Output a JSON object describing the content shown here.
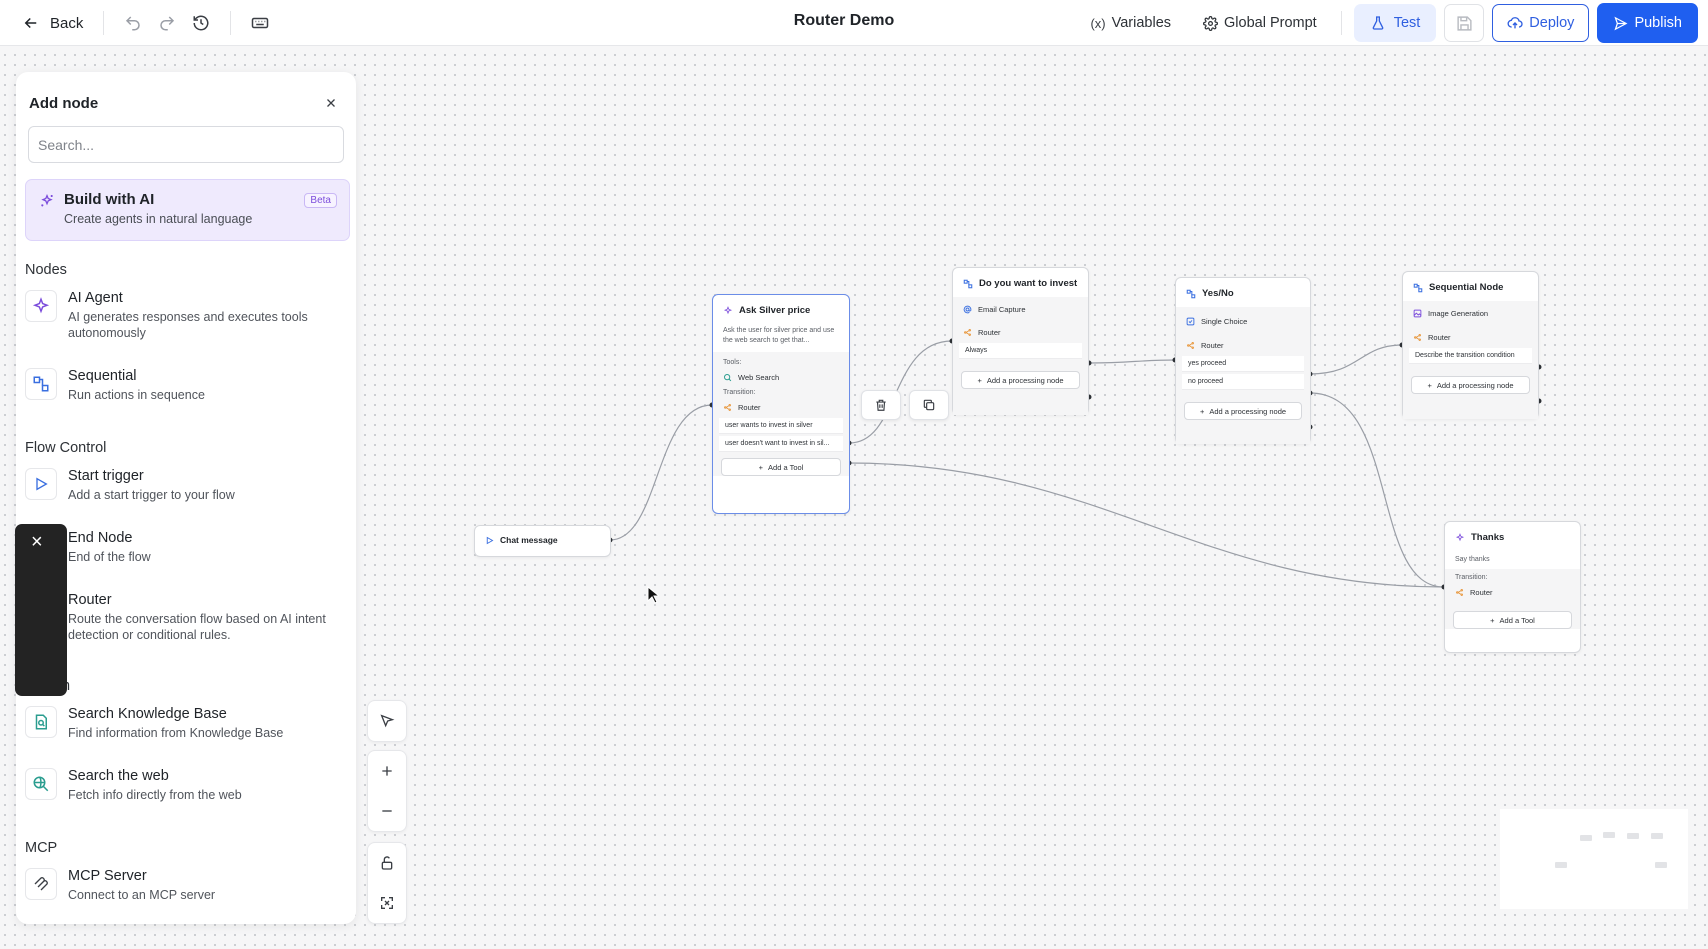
{
  "topbar": {
    "back_label": "Back",
    "title": "Router Demo",
    "variables_label": "Variables",
    "variables_prefix": "(x)",
    "global_prompt_label": "Global Prompt",
    "test_label": "Test",
    "deploy_label": "Deploy",
    "publish_label": "Publish"
  },
  "panel": {
    "title": "Add node",
    "search_placeholder": "Search...",
    "ai_card": {
      "title": "Build with AI",
      "subtitle": "Create agents in natural language",
      "badge": "Beta"
    },
    "sections": {
      "nodes": "Nodes",
      "flow_control": "Flow Control",
      "peek": "n",
      "mcp": "MCP"
    },
    "items": [
      {
        "name": "AI Agent",
        "desc": "AI generates responses and executes tools autonomously"
      },
      {
        "name": "Sequential",
        "desc": "Run actions in sequence"
      },
      {
        "name": "Start trigger",
        "desc": "Add a start trigger to your flow"
      },
      {
        "name": "End Node",
        "desc": "End of the flow"
      },
      {
        "name": "Router",
        "desc": "Route the conversation flow based on AI intent detection or conditional rules."
      },
      {
        "name": "Search Knowledge Base",
        "desc": "Find information from Knowledge Base"
      },
      {
        "name": "Search the web",
        "desc": "Fetch info directly from the web"
      },
      {
        "name": "MCP Server",
        "desc": "Connect to an MCP server"
      }
    ],
    "tooltip_close": "×"
  },
  "flow": {
    "chat_message": {
      "title": "Chat message"
    },
    "ask_silver": {
      "title": "Ask Silver price",
      "desc": "Ask the user for silver price and use the web search to get that...",
      "tools_label": "Tools:",
      "tool": "Web Search",
      "transition_label": "Transition:",
      "router": "Router",
      "option1": "user wants to invest in silver",
      "option2": "user doesn't want to invest in sil...",
      "add_label": "Add a Tool"
    },
    "invest": {
      "title": "Do you want to invest",
      "row1": "Email Capture",
      "router": "Router",
      "option1": "Always",
      "add_label": "Add a processing node"
    },
    "yesno": {
      "title": "Yes/No",
      "row1": "Single Choice",
      "router": "Router",
      "option1": "yes proceed",
      "option2": "no proceed",
      "add_label": "Add a processing node"
    },
    "sequential": {
      "title": "Sequential Node",
      "row1": "Image Generation",
      "router": "Router",
      "option1": "Describe the transition condition",
      "add_label": "Add a processing node"
    },
    "thanks": {
      "title": "Thanks",
      "desc": "Say thanks",
      "transition_label": "Transition:",
      "router": "Router",
      "add_label": "Add a Tool"
    }
  },
  "colors": {
    "accent": "#1f5ff0",
    "ai_purple": "#7c4ddc",
    "router_orange": "#e8963a",
    "node_blue": "#3a6fe0"
  }
}
